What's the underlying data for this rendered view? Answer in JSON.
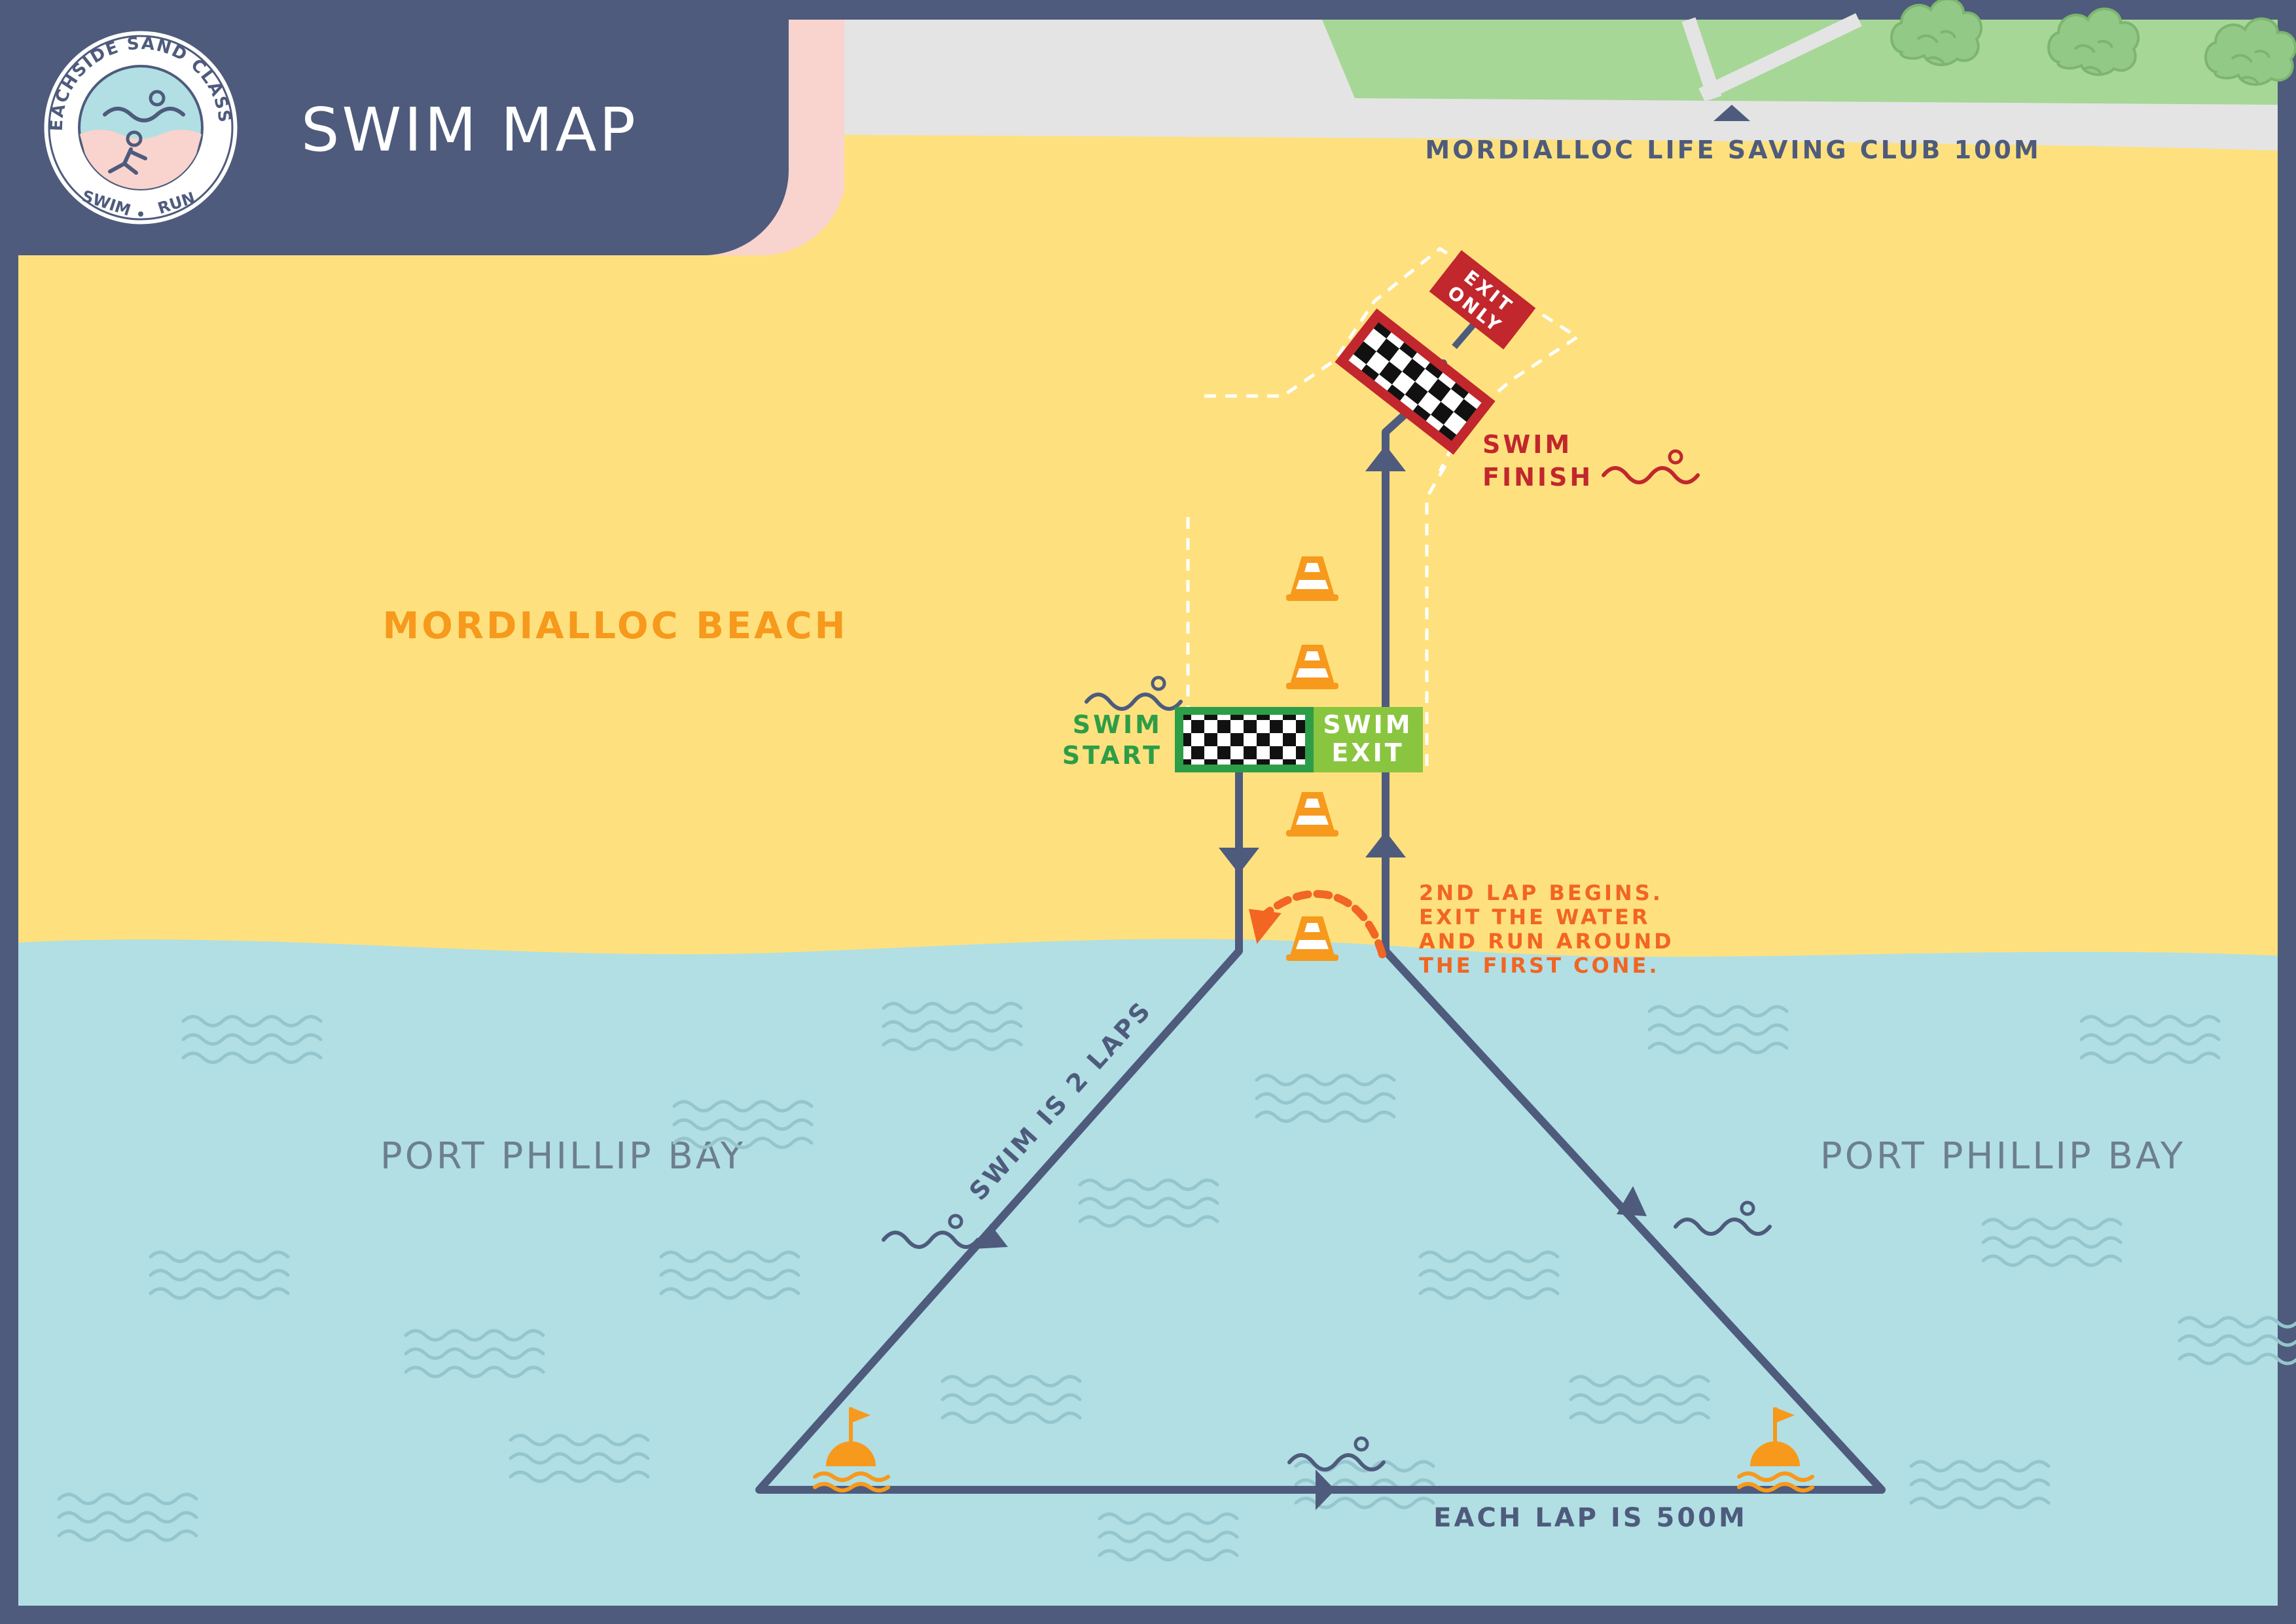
{
  "header": {
    "title": "SWIM MAP",
    "logo_ring_text": "BEACHSIDE SAND CLASSIC",
    "logo_bottom_left": "SWIM",
    "logo_bottom_right": "RUN"
  },
  "places": {
    "club": "MORDIALLOC LIFE SAVING CLUB 100M",
    "beach": "MORDIALLOC BEACH",
    "bay_left": "PORT PHILLIP BAY",
    "bay_right": "PORT PHILLIP BAY"
  },
  "course": {
    "swim_start_line1": "SWIM",
    "swim_start_line2": "START",
    "swim_exit_line1": "SWIM",
    "swim_exit_line2": "EXIT",
    "swim_finish_line1": "SWIM",
    "swim_finish_line2": "FINISH",
    "exit_only_line1": "EXIT",
    "exit_only_line2": "ONLY",
    "laps_note": "SWIM IS 2 LAPS",
    "lap_length": "EACH LAP IS 500M",
    "second_lap_note": [
      "2ND LAP BEGINS.",
      "EXIT THE WATER",
      "AND RUN AROUND",
      "THE FIRST CONE."
    ]
  },
  "colors": {
    "frame": "#4e5b7c",
    "sand": "#fee17e",
    "water": "#b1dfe4",
    "grass": "#a6d796",
    "road": "#e4e4e4",
    "course_line": "#4e5b7c",
    "accent_orange": "#f7991c",
    "start_green": "#2e9d47",
    "exit_green": "#8ac53f",
    "finish_red": "#c1272d",
    "note_orange": "#f26522",
    "logo_pink": "#f9d3ce"
  },
  "icons": [
    "swimmer-icon",
    "traffic-cone-icon",
    "buoy-flag-icon",
    "wave-pattern-icon",
    "tree-icon",
    "checkered-flag-icon"
  ]
}
